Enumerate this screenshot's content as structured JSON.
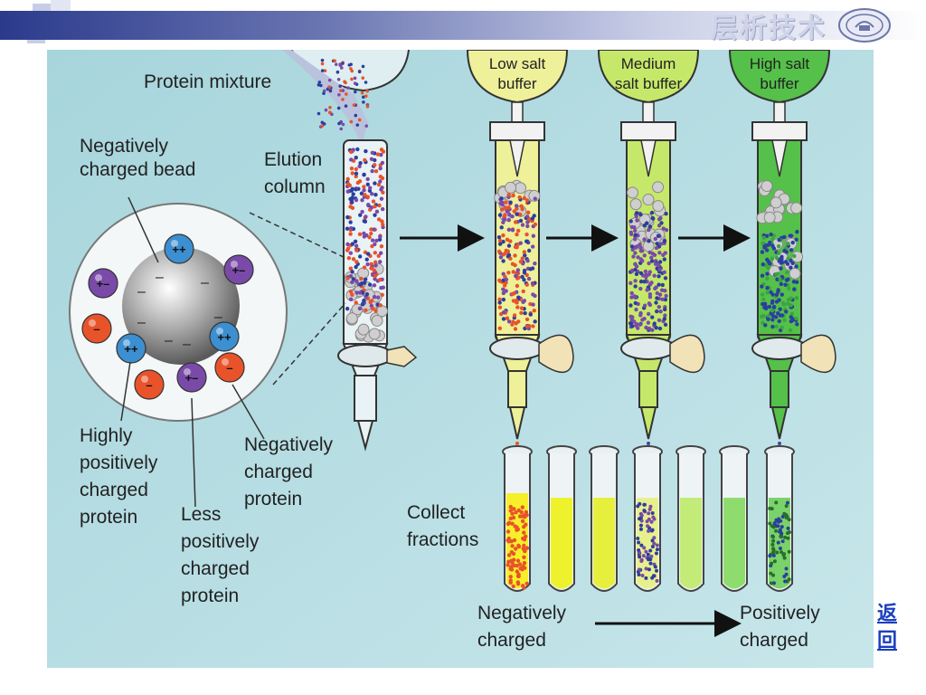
{
  "header": {
    "title": "层析技术"
  },
  "figure": {
    "labels": {
      "protein_mixture": "Protein mixture",
      "bead_label": [
        "Negatively",
        "charged bead"
      ],
      "elution_column": [
        "Elution",
        "column"
      ],
      "high_pos": [
        "Highly",
        "positively",
        "charged",
        "protein"
      ],
      "less_pos": [
        "Less",
        "positively",
        "charged",
        "protein"
      ],
      "neg_protein": [
        "Negatively",
        "charged",
        "protein"
      ],
      "collect_fractions": [
        "Collect",
        "fractions"
      ],
      "neg_charged": [
        "Negatively",
        "charged"
      ],
      "pos_charged": [
        "Positively",
        "charged"
      ]
    },
    "buffers": [
      {
        "lines": [
          "Low salt",
          "buffer"
        ],
        "color": "#eef09a"
      },
      {
        "lines": [
          "Medium",
          "salt buffer"
        ],
        "color": "#c6e86a"
      },
      {
        "lines": [
          "High salt",
          "buffer"
        ],
        "color": "#55c04a"
      }
    ],
    "tube_fills": [
      "#f7ef2a",
      "#eef22c",
      "#e6f03c",
      "#e8f08e",
      "#c3eb78",
      "#8fdc6e",
      "#7ad26a"
    ]
  },
  "nav": {
    "back": [
      "返",
      "回"
    ]
  },
  "colors": {
    "bg_figure": "#a9d6dc",
    "red": "#e8532a",
    "blue": "#2b3f9e",
    "purple": "#7a4aa8"
  }
}
